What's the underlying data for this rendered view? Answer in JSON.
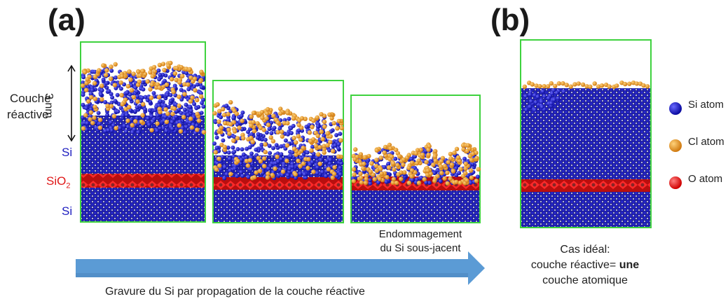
{
  "panels": {
    "a_label": "(a)",
    "b_label": "(b)"
  },
  "left_labels": {
    "couche": "Couche",
    "reactive": "réactive",
    "thickness": "3 nm",
    "si_top": "Si",
    "sio2_main": "SiO",
    "sio2_sub": "2",
    "si_bottom": "Si"
  },
  "captions": {
    "damage_line1": "Endommagement",
    "damage_line2": "du Si sous-jacent",
    "arrow_caption": "Gravure du Si par propagation de la couche réactive",
    "ideal_line1": "Cas idéal:",
    "ideal_line2_prefix": "couche réactive= ",
    "ideal_line2_bold": "une",
    "ideal_line3": "couche atomique"
  },
  "legend": [
    {
      "label": "Si atom",
      "color": "#1f1fb8"
    },
    {
      "label": "Cl atom",
      "color": "#e8941c"
    },
    {
      "label": "O atom",
      "color": "#e81a1a"
    }
  ],
  "colors": {
    "si": "#2424c0",
    "cl": "#e89422",
    "o": "#e01818",
    "box": "#3ed23e",
    "arrow": "#5b9bd5"
  }
}
